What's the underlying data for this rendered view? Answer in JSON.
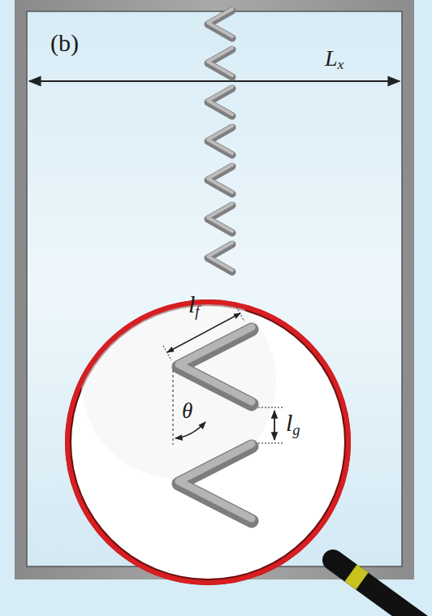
{
  "diagram": {
    "labels": [
      "(b)",
      "Lx",
      "lf",
      "θ",
      "lg"
    ]
  }
}
